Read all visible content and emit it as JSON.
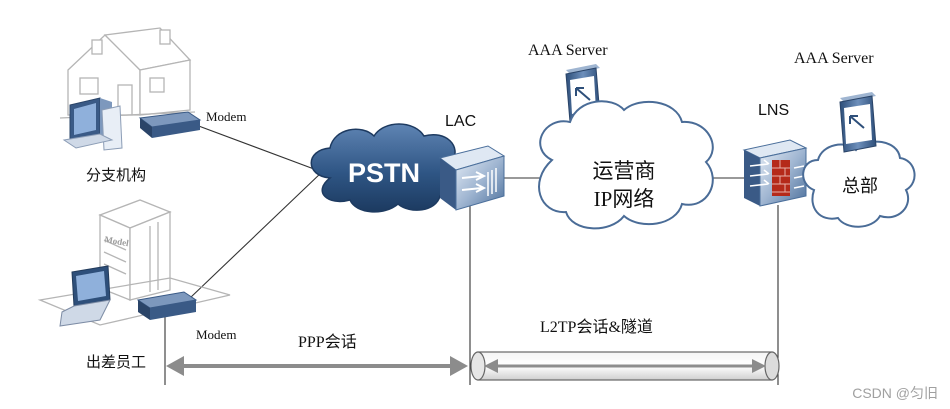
{
  "labels": {
    "branch": "分支机构",
    "traveler": "出差员工",
    "modem_top": "Modem",
    "modem_bottom": "Modem",
    "pstn": "PSTN",
    "lac": "LAC",
    "lns": "LNS",
    "aaa_left": "AAA Server",
    "aaa_right": "AAA Server",
    "carrier_line1": "运营商",
    "carrier_line2": "IP网络",
    "hq": "总部",
    "ppp_session": "PPP会话",
    "l2tp_session": "L2TP会话&隧道",
    "server_tower_text": "Model"
  },
  "watermark": "CSDN @匀旧",
  "colors": {
    "cloud_dark": "#2f5685",
    "cloud_outline": "#4a6c97",
    "device_blue": "#4b6f9b",
    "device_light": "#c9d6e6",
    "firewall_red": "#b52a1a",
    "line": "#333333",
    "arrow_gray": "#8c8c8c",
    "line_art": "#b5b5b5"
  }
}
